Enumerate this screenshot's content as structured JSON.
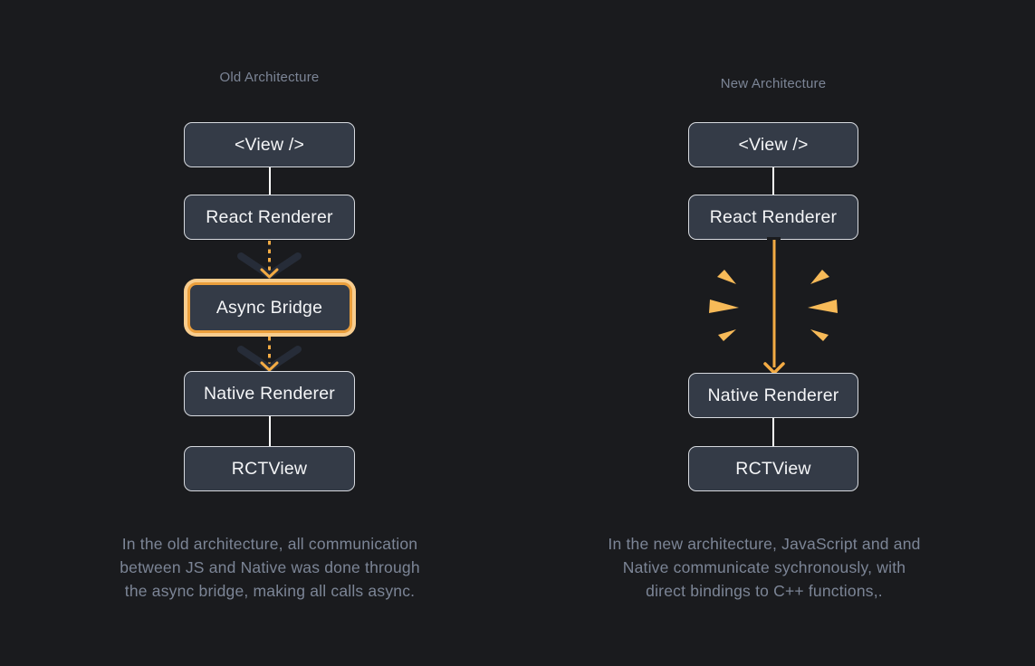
{
  "colors": {
    "background": "#1a1b1e",
    "box_fill": "#343b47",
    "box_border": "#d7dadf",
    "box_text": "#f4f5f7",
    "muted_text": "#7c8596",
    "accent_orange": "#f3ab44",
    "accent_light": "#f7ba58",
    "ring_outer": "#f8cd8e",
    "ring_inner": "#eb9f3c",
    "chevron_dark": "#262c38",
    "connector_white": "#ffffff"
  },
  "old": {
    "title": "Old Architecture",
    "boxes": {
      "view": "<View />",
      "react_renderer": "React Renderer",
      "async_bridge": "Async Bridge",
      "native_renderer": "Native Renderer",
      "rctview": "RCTView"
    },
    "caption": "In the old architecture, all communication\nbetween JS and Native was done through\nthe async bridge, making all calls async."
  },
  "new": {
    "title": "New Architecture",
    "boxes": {
      "view": "<View />",
      "react_renderer": "React Renderer",
      "native_renderer": "Native Renderer",
      "rctview": "RCTView"
    },
    "caption": "In the new architecture, JavaScript and and\nNative communicate sychronously, with\ndirect bindings to C++ functions,."
  }
}
